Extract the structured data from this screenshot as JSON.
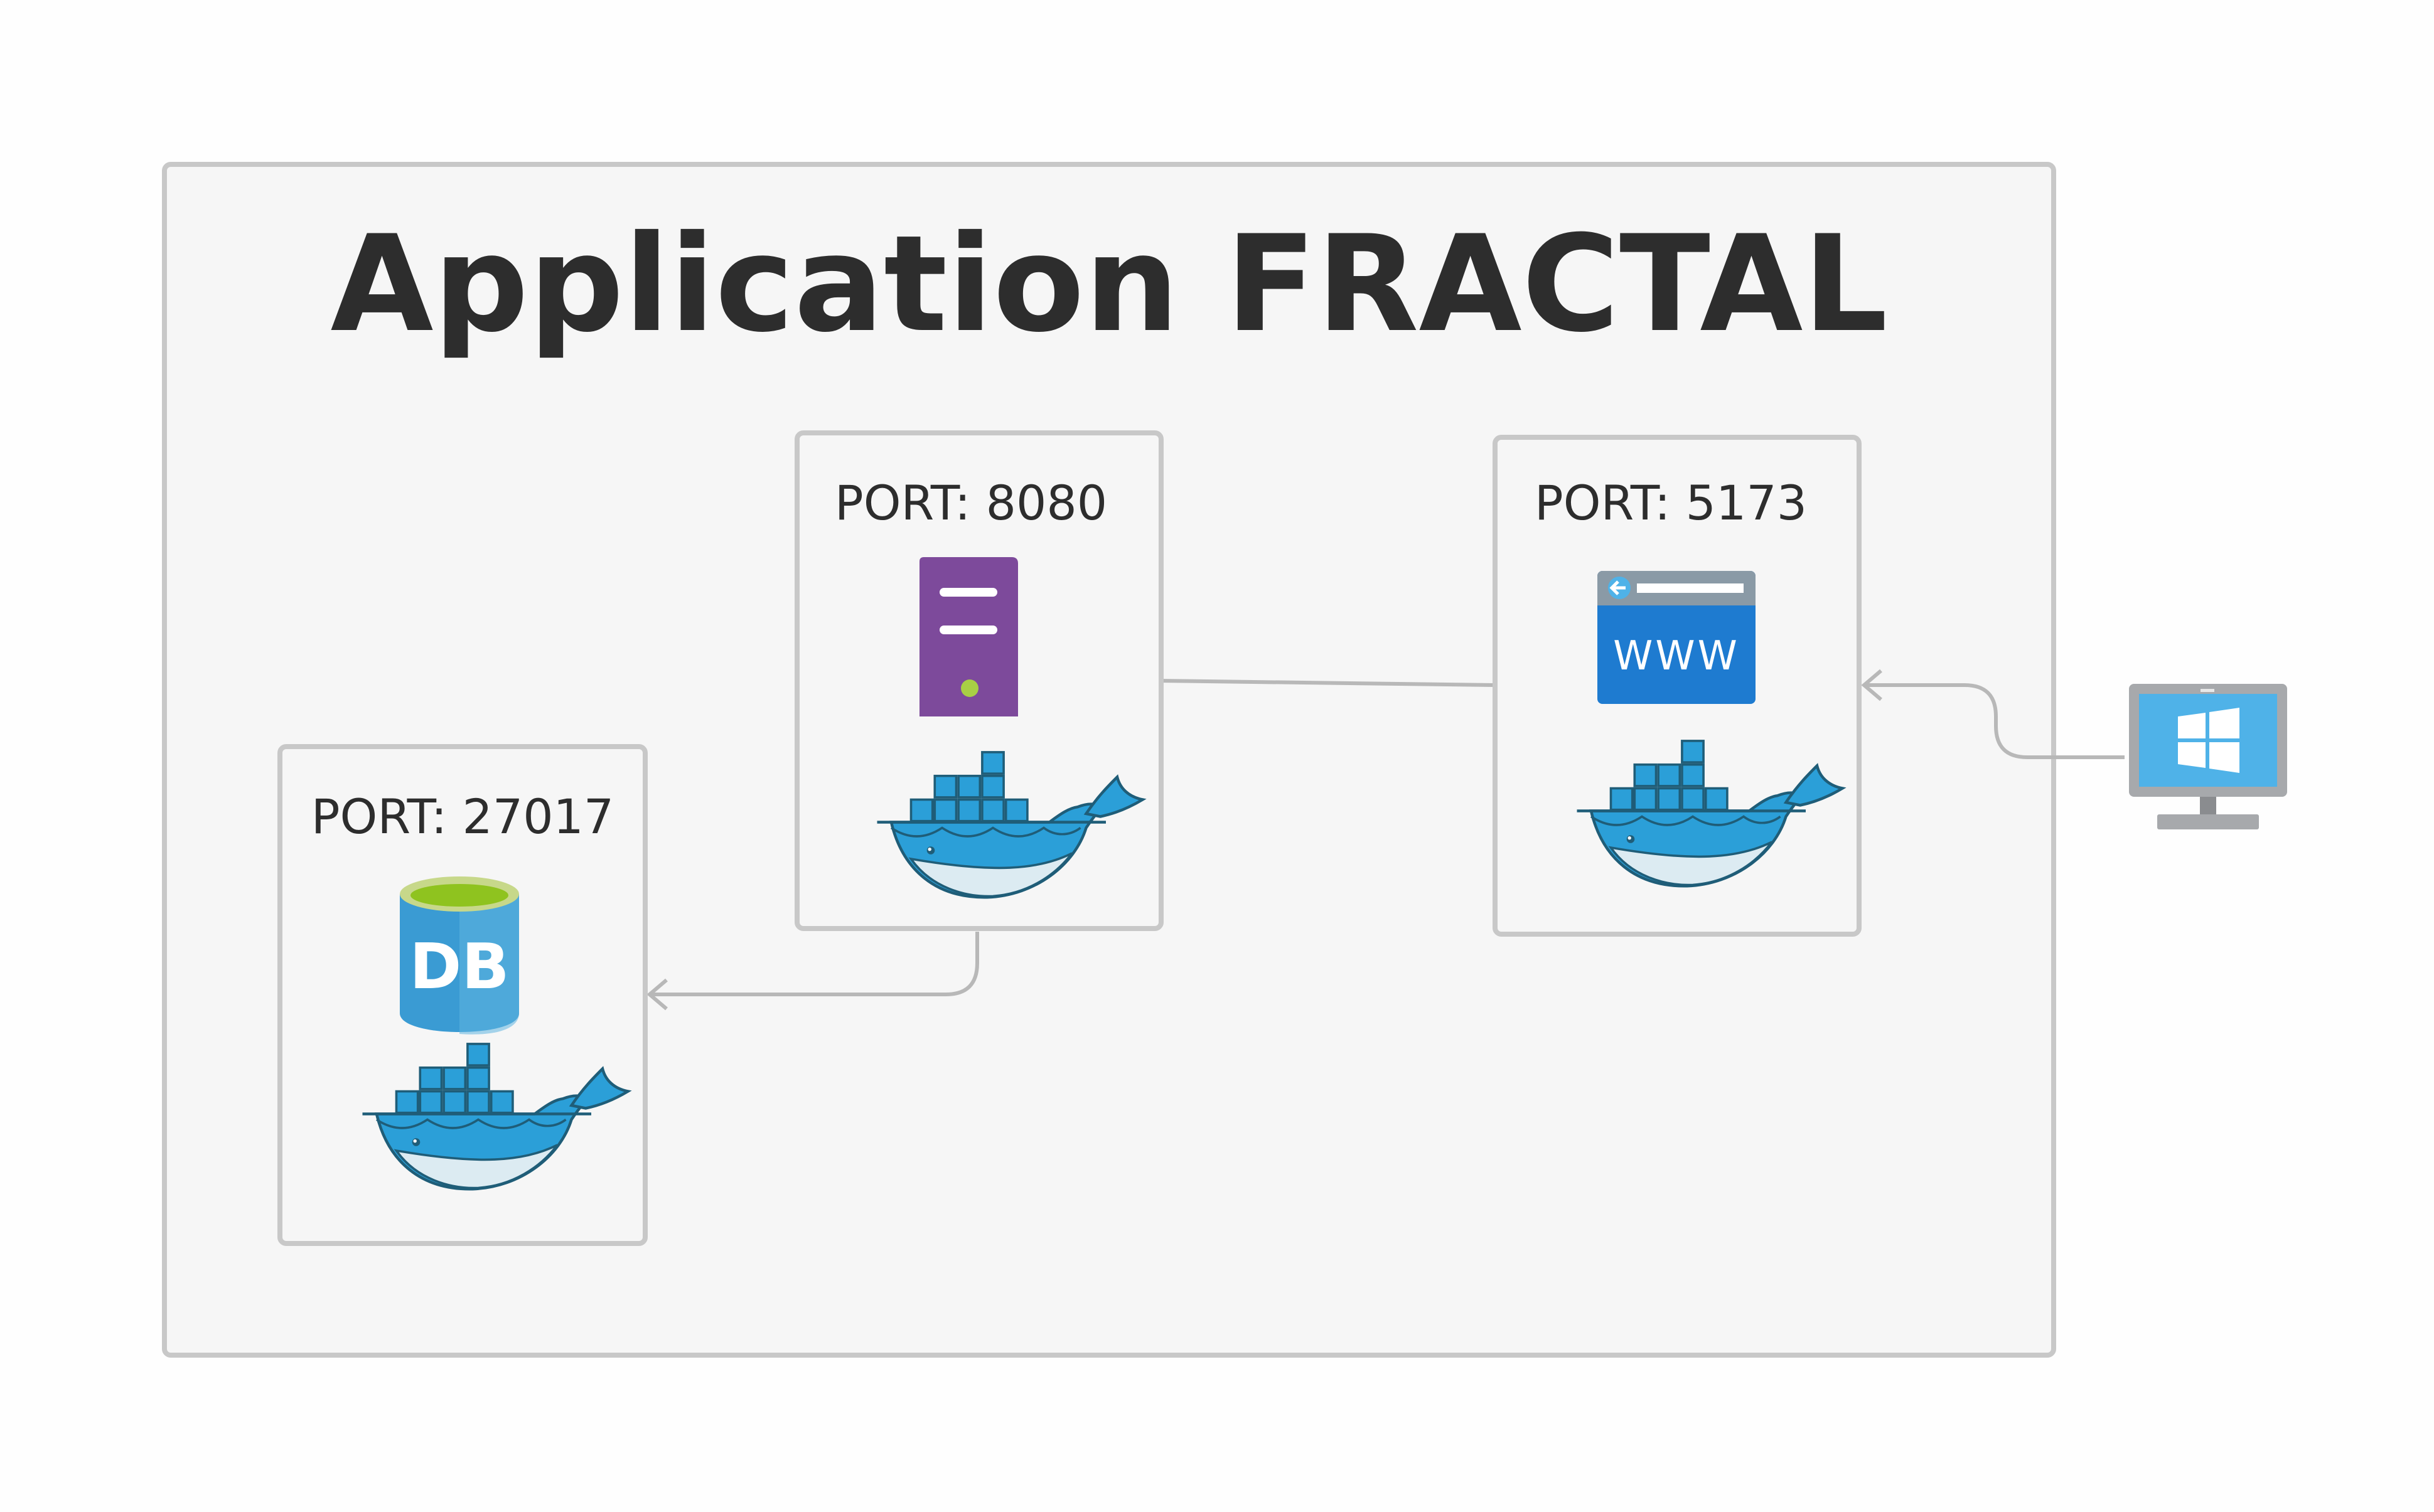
{
  "diagram": {
    "title": "Application FRACTAL"
  },
  "services": {
    "database": {
      "port_label": "PORT: 27017",
      "icon": "database-icon",
      "icon_text": "DB",
      "container_icon": "docker-icon"
    },
    "backend": {
      "port_label": "PORT: 8080",
      "icon": "server-icon",
      "container_icon": "docker-icon"
    },
    "frontend": {
      "port_label": "PORT: 5173",
      "icon": "web-browser-icon",
      "icon_text": "WWW",
      "container_icon": "docker-icon"
    }
  },
  "client": {
    "icon": "windows-monitor-icon"
  },
  "colors": {
    "background": "#fefefe",
    "container_fill": "#f6f6f6",
    "border": "#c8c8c8",
    "text": "#2d2d2d",
    "server_purple": "#7d4a9b",
    "db_blue": "#3a9bd3",
    "db_green": "#8fc31f",
    "www_blue": "#1e7bd0",
    "docker_blue": "#2496ed"
  }
}
